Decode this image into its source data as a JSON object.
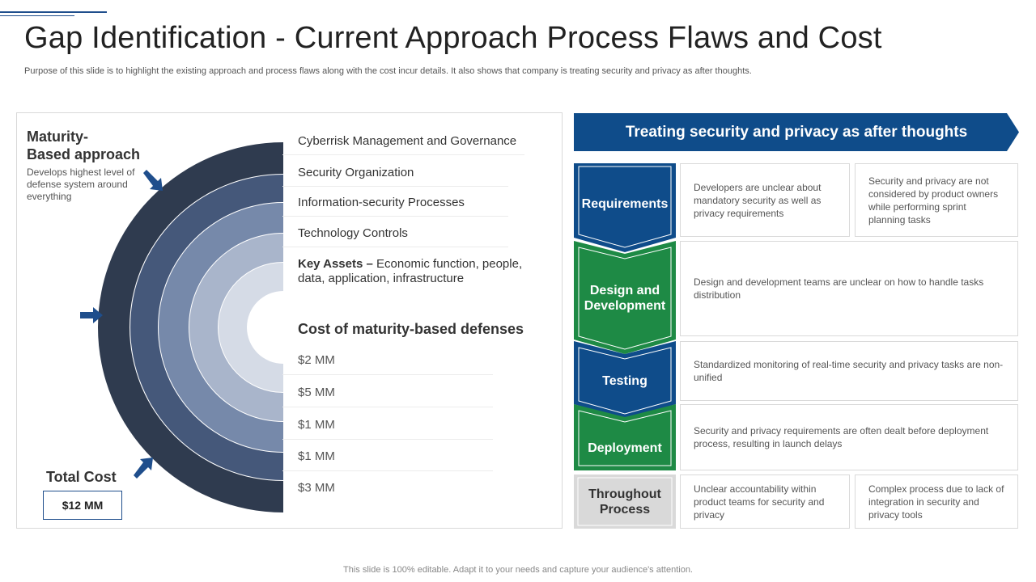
{
  "header": {
    "title": "Gap Identification - Current Approach Process Flaws and Cost",
    "subtitle": "Purpose of this slide is to highlight the existing approach and process flaws along with the cost incur details. It also shows that company is treating security and privacy as after thoughts."
  },
  "left": {
    "maturity_title": "Maturity-\nBased approach",
    "maturity_desc": "Develops highest level of defense system around everything",
    "layers": [
      "Cyberrisk Management and Governance",
      "Security Organization",
      "Information-security Processes",
      "Technology Controls"
    ],
    "key_assets_bold": "Key Assets –",
    "key_assets_text": " Economic function, people, data, application, infrastructure",
    "cost_heading": "Cost of maturity-based defenses",
    "costs": [
      "$2 MM",
      "$5 MM",
      "$1 MM",
      "$1 MM",
      "$3 MM"
    ],
    "total_label": "Total Cost",
    "total_value": "$12 MM",
    "arc_colors": [
      "#2f3b4f",
      "#45587a",
      "#7689aa",
      "#a9b5cb",
      "#d5dbe6"
    ]
  },
  "right": {
    "banner": "Treating security and privacy as after thoughts",
    "banner_color": "#0f4c8a",
    "stages": [
      {
        "label": "Requirements",
        "color": "#0f4c8a",
        "cells": [
          "Developers are unclear about mandatory security as well as privacy requirements",
          "Security and privacy are not considered by product owners while performing sprint planning tasks"
        ]
      },
      {
        "label": "Design and Development",
        "color": "#1e8a45",
        "cells": [
          "Design and development teams are unclear on how to handle tasks distribution"
        ]
      },
      {
        "label": "Testing",
        "color": "#0f4c8a",
        "cells": [
          "Standardized monitoring of real-time security and privacy tasks are non-unified"
        ]
      },
      {
        "label": "Deployment",
        "color": "#1e8a45",
        "cells": [
          "Security and privacy requirements are often dealt before deployment process, resulting in launch delays"
        ]
      },
      {
        "label": "Throughout Process",
        "color": "#d9d9d9",
        "cells": [
          "Unclear accountability within product teams for security and privacy",
          "Complex process due to lack of integration in security and privacy tools"
        ]
      }
    ]
  },
  "footer": "This slide is 100% editable. Adapt it to your needs and capture your audience's attention."
}
